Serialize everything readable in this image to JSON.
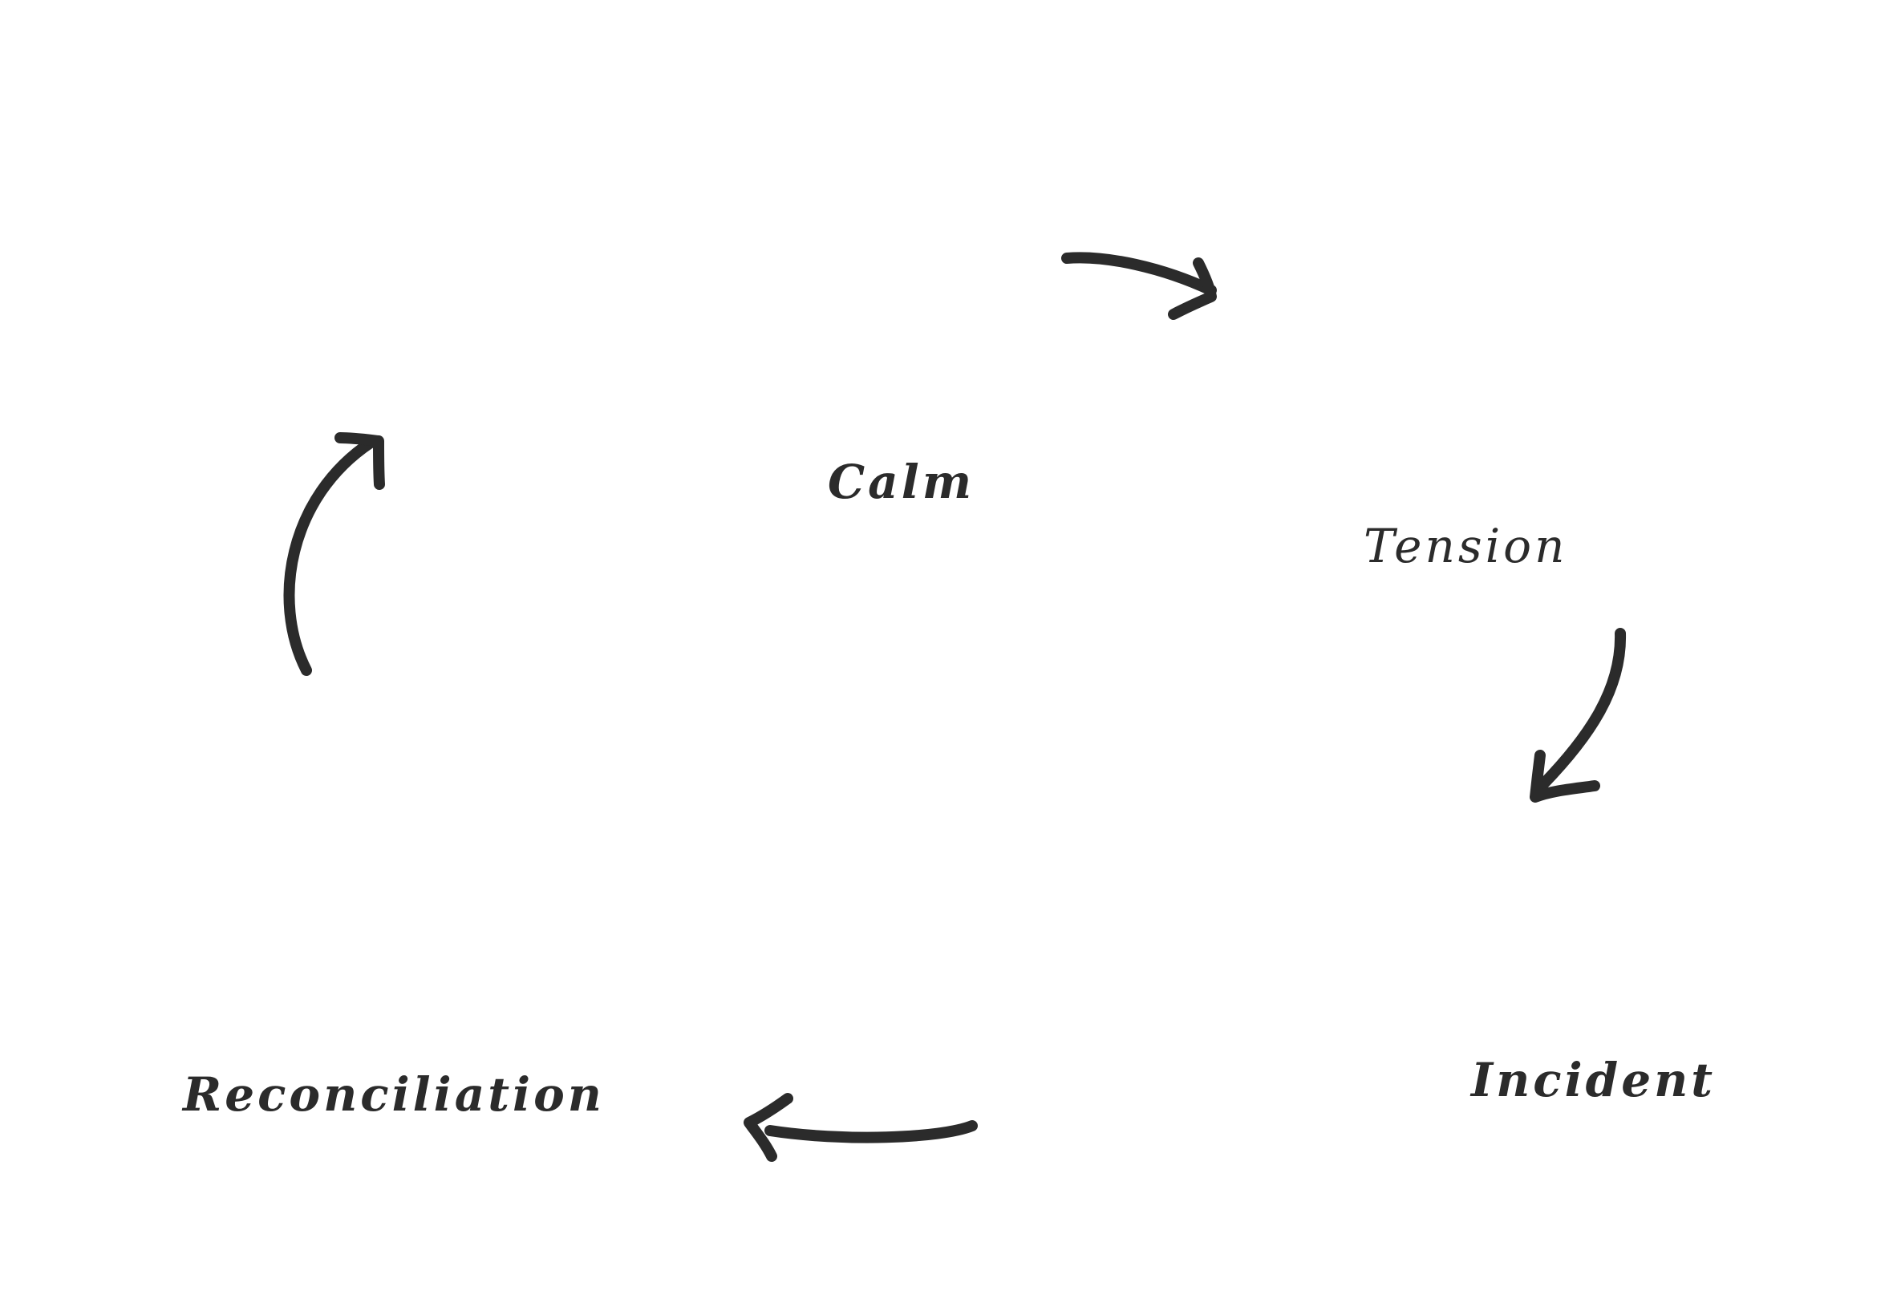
{
  "diagram": {
    "type": "cycle",
    "stages": [
      {
        "id": "calm",
        "label": "Calm"
      },
      {
        "id": "tension",
        "label": "Tension"
      },
      {
        "id": "incident",
        "label": "Incident"
      },
      {
        "id": "reconciliation",
        "label": "Reconciliation"
      }
    ],
    "connections": [
      {
        "from": "calm",
        "to": "tension"
      },
      {
        "from": "tension",
        "to": "incident"
      },
      {
        "from": "incident",
        "to": "reconciliation"
      },
      {
        "from": "reconciliation",
        "to": "calm"
      }
    ],
    "ink_color": "#2b2b2b",
    "background_color": "#ffffff"
  }
}
